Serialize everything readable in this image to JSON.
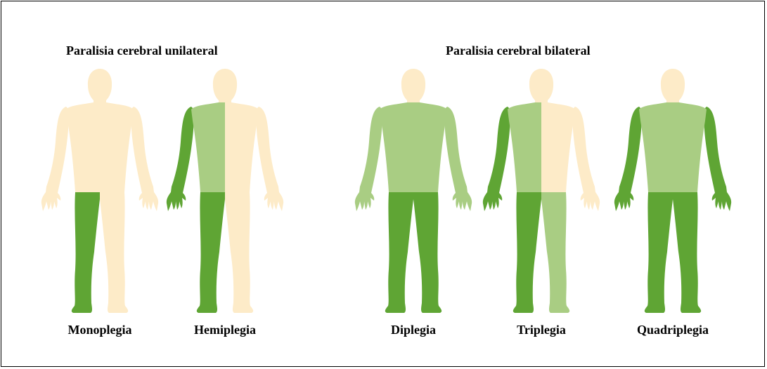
{
  "titles": {
    "unilateral": "Paralisia cerebral unilateral",
    "bilateral": "Paralisia cerebral bilateral"
  },
  "figures": [
    {
      "label": "Monoplegia",
      "regions": {
        "head": "base",
        "torso_left": "base",
        "torso_right": "base",
        "arm_left": "base",
        "arm_right": "base",
        "leg_left": "dark",
        "leg_right": "base"
      }
    },
    {
      "label": "Hemiplegia",
      "regions": {
        "head": "base",
        "torso_left": "light",
        "torso_right": "base",
        "arm_left": "dark",
        "arm_right": "base",
        "leg_left": "dark",
        "leg_right": "base"
      }
    },
    {
      "label": "Diplegia",
      "regions": {
        "head": "base",
        "torso_left": "light",
        "torso_right": "light",
        "arm_left": "light",
        "arm_right": "light",
        "leg_left": "dark",
        "leg_right": "dark"
      }
    },
    {
      "label": "Triplegia",
      "regions": {
        "head": "base",
        "torso_left": "light",
        "torso_right": "base",
        "arm_left": "dark",
        "arm_right": "base",
        "leg_left": "dark",
        "leg_right": "light"
      }
    },
    {
      "label": "Quadriplegia",
      "regions": {
        "head": "base",
        "torso_left": "light",
        "torso_right": "light",
        "arm_left": "dark",
        "arm_right": "dark",
        "leg_left": "dark",
        "leg_right": "dark"
      }
    }
  ],
  "colors": {
    "base": "#fdebc8",
    "light": "#a9cd83",
    "dark": "#5fa534"
  }
}
